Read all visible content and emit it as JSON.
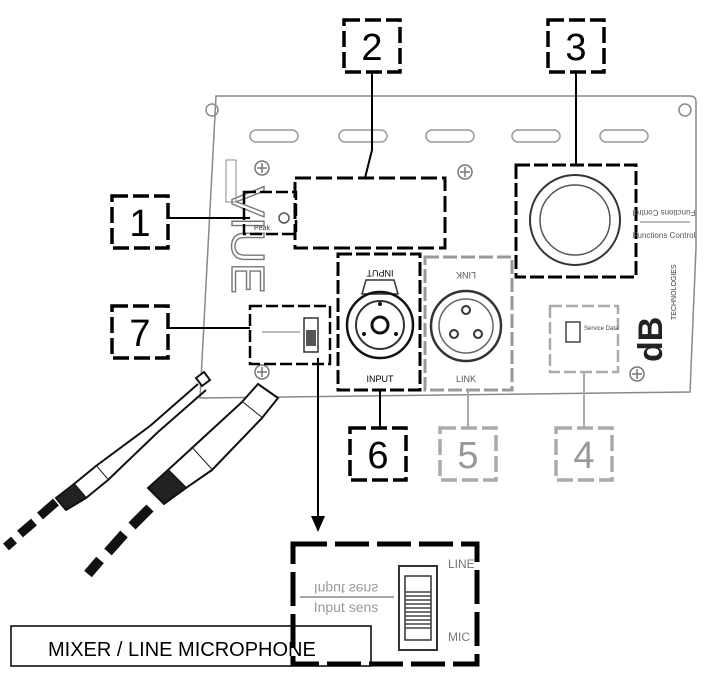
{
  "callouts": [
    {
      "id": "1",
      "label": "1",
      "color": "#000000"
    },
    {
      "id": "2",
      "label": "2",
      "color": "#000000"
    },
    {
      "id": "3",
      "label": "3",
      "color": "#000000"
    },
    {
      "id": "4",
      "label": "4",
      "color": "#9a9a9a"
    },
    {
      "id": "5",
      "label": "5",
      "color": "#9a9a9a"
    },
    {
      "id": "6",
      "label": "6",
      "color": "#000000"
    },
    {
      "id": "7",
      "label": "7",
      "color": "#000000"
    }
  ],
  "panel": {
    "brand_vertical": "VIUE",
    "peak_label": "Peak",
    "input_label_top": "INPUT",
    "input_label_bottom": "INPUT",
    "link_label_top": "LINK",
    "link_label_bottom": "LINK",
    "service_label": "Service Data",
    "functions_label": "Functions Control",
    "functions_label_mirror": "Functions Control",
    "db_logo": "dB",
    "db_sub": "TECHNOLOGIES"
  },
  "switch_detail": {
    "line": "LINE",
    "mic": "MIC",
    "input_sens": "Input sens",
    "input_sens_mirror": "Input sens"
  },
  "caption": "MIXER / LINE MICROPHONE"
}
